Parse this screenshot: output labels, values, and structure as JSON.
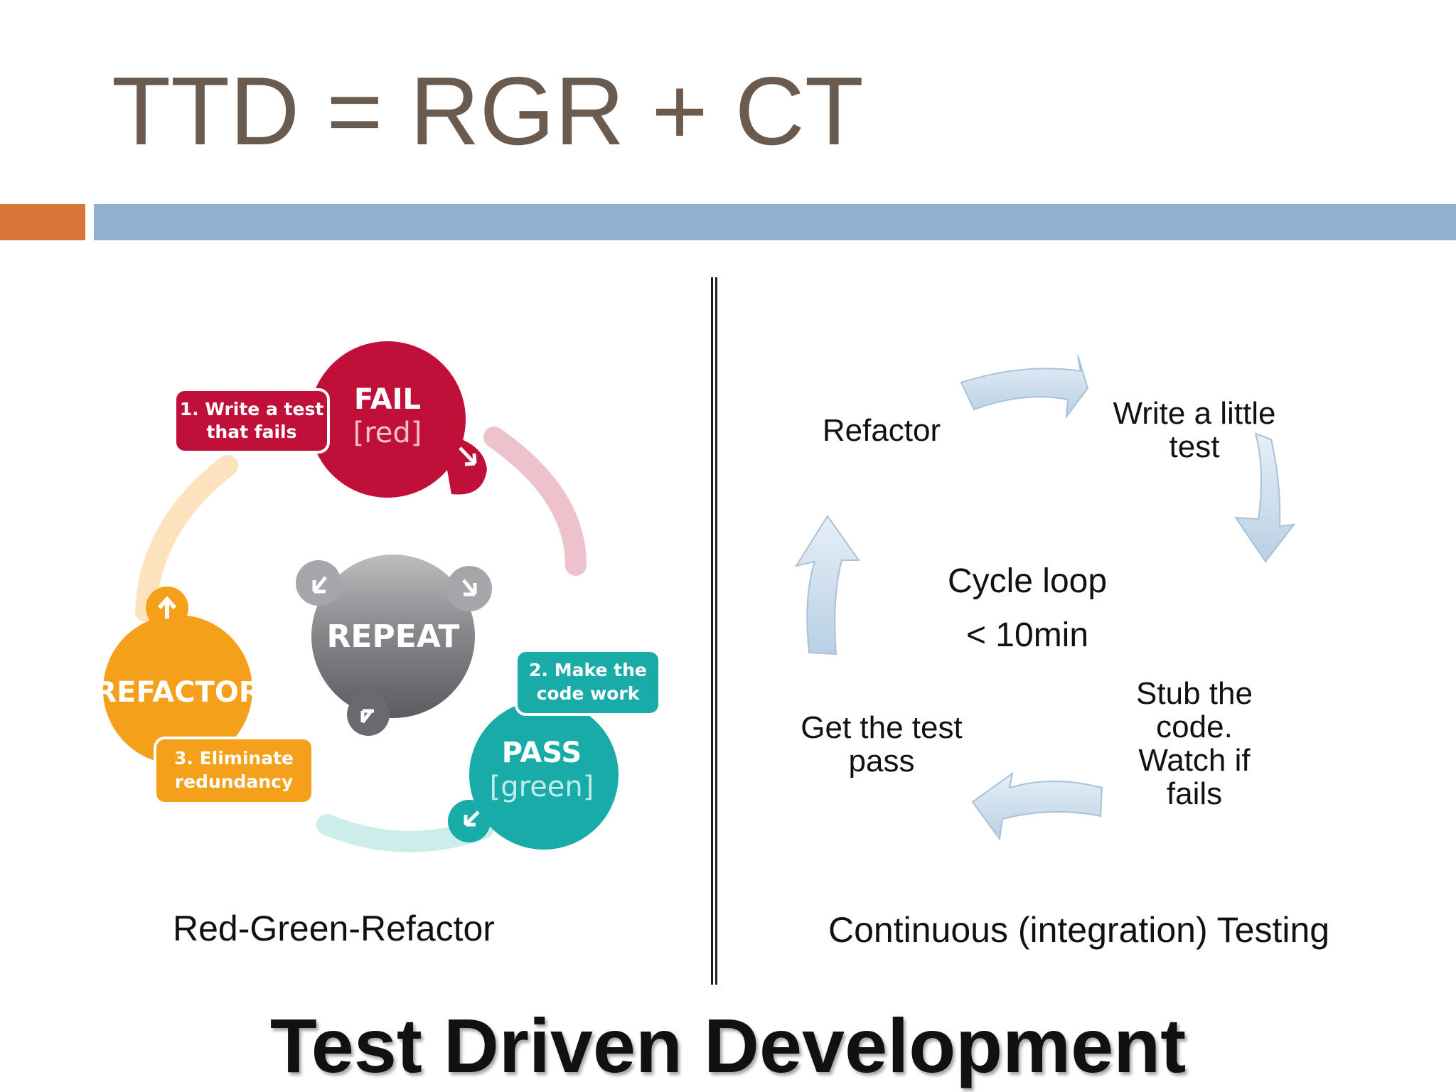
{
  "slide": {
    "title": "TTD = RGR + CT",
    "footer": "Test Driven Development"
  },
  "left_diagram": {
    "caption": "Red-Green-Refactor",
    "center_label": "REPEAT",
    "fail": {
      "title": "FAIL",
      "subtitle": "[red]",
      "step": [
        "1. Write a test",
        "that fails"
      ]
    },
    "pass": {
      "title": "PASS",
      "subtitle": "[green]",
      "step": [
        "2. Make the",
        "code work"
      ]
    },
    "refactor": {
      "title": "REFACTOR",
      "step": [
        "3. Eliminate",
        "redundancy"
      ]
    },
    "colors": {
      "fail": "#c0103a",
      "pass": "#18aba8",
      "refactor": "#f5a01a",
      "repeat": "#707074"
    }
  },
  "right_diagram": {
    "caption": "Continuous (integration) Testing",
    "center": [
      "Cycle loop",
      "< 10min"
    ],
    "steps": {
      "write": [
        "Write a little",
        "test"
      ],
      "stub": [
        "Stub the",
        "code.",
        "Watch if",
        "fails"
      ],
      "pass": [
        "Get the test",
        "pass"
      ],
      "refactor": [
        "Refactor"
      ]
    },
    "arrow_color": "#c9dcec"
  }
}
